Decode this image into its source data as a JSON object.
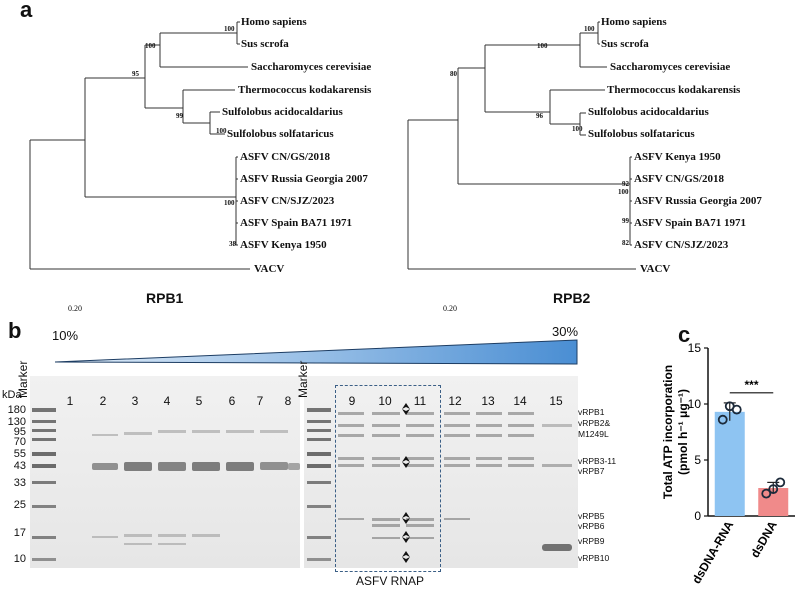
{
  "panel_a": {
    "letter": "a",
    "rpb1": {
      "title": "RPB1",
      "scale_label": "0.20",
      "taxa": [
        "Homo sapiens",
        "Sus scrofa",
        "Saccharomyces cerevisiae",
        "Thermococcus kodakarensis",
        "Sulfolobus acidocaldarius",
        "Sulfolobus solfataricus",
        "ASFV CN/GS/2018",
        "ASFV Russia Georgia 2007",
        "ASFV CN/SJZ/2023",
        "ASFV Spain BA71 1971",
        "ASFV Kenya 1950",
        "VACV"
      ],
      "bootstraps": [
        "100",
        "100",
        "95",
        "99",
        "100",
        "100",
        "38"
      ]
    },
    "rpb2": {
      "title": "RPB2",
      "scale_label": "0.20",
      "taxa": [
        "Homo sapiens",
        "Sus scrofa",
        "Saccharomyces cerevisiae",
        "Thermococcus kodakarensis",
        "Sulfolobus acidocaldarius",
        "Sulfolobus solfataricus",
        "ASFV Kenya 1950",
        "ASFV CN/GS/2018",
        "ASFV Russia Georgia 2007",
        "ASFV Spain BA71 1971",
        "ASFV CN/SJZ/2023",
        "VACV"
      ],
      "bootstraps": [
        "100",
        "100",
        "80",
        "96",
        "100",
        "92",
        "100",
        "99",
        "82"
      ]
    }
  },
  "panel_b": {
    "letter": "b",
    "gradient_start": "10%",
    "gradient_end": "30%",
    "marker_label": "Marker",
    "kda_label": "kDa",
    "kda_ticks": [
      "180",
      "130",
      "95",
      "70",
      "55",
      "43",
      "33",
      "25",
      "17",
      "10"
    ],
    "lanes_left": [
      "1",
      "2",
      "3",
      "4",
      "5",
      "6",
      "7",
      "8"
    ],
    "lanes_right": [
      "9",
      "10",
      "11",
      "12",
      "13",
      "14",
      "15"
    ],
    "band_labels": [
      "vRPB1",
      "vRPB2&",
      "M1249L",
      "vRPB3-11",
      "vRPB7",
      "vRPB5",
      "vRPB6",
      "vRPB9",
      "vRPB10"
    ],
    "box_label": "ASFV RNAP"
  },
  "panel_c": {
    "letter": "c",
    "chart_data": {
      "type": "bar",
      "categories": [
        "dsDNA-RNA",
        "dsDNA"
      ],
      "values": [
        9.3,
        2.5
      ],
      "errors": [
        0.8,
        0.5
      ],
      "points": [
        [
          8.6,
          9.8,
          9.5
        ],
        [
          2.0,
          2.4,
          3.0
        ]
      ],
      "colors": [
        "#8ec4f2",
        "#f08a8a"
      ],
      "ylabel_line1": "Total ATP incorporation",
      "ylabel_line2": "(pmol h⁻¹ μg⁻¹)",
      "ylim": [
        0,
        15
      ],
      "yticks": [
        "0",
        "5",
        "10",
        "15"
      ],
      "significance": "***"
    }
  }
}
